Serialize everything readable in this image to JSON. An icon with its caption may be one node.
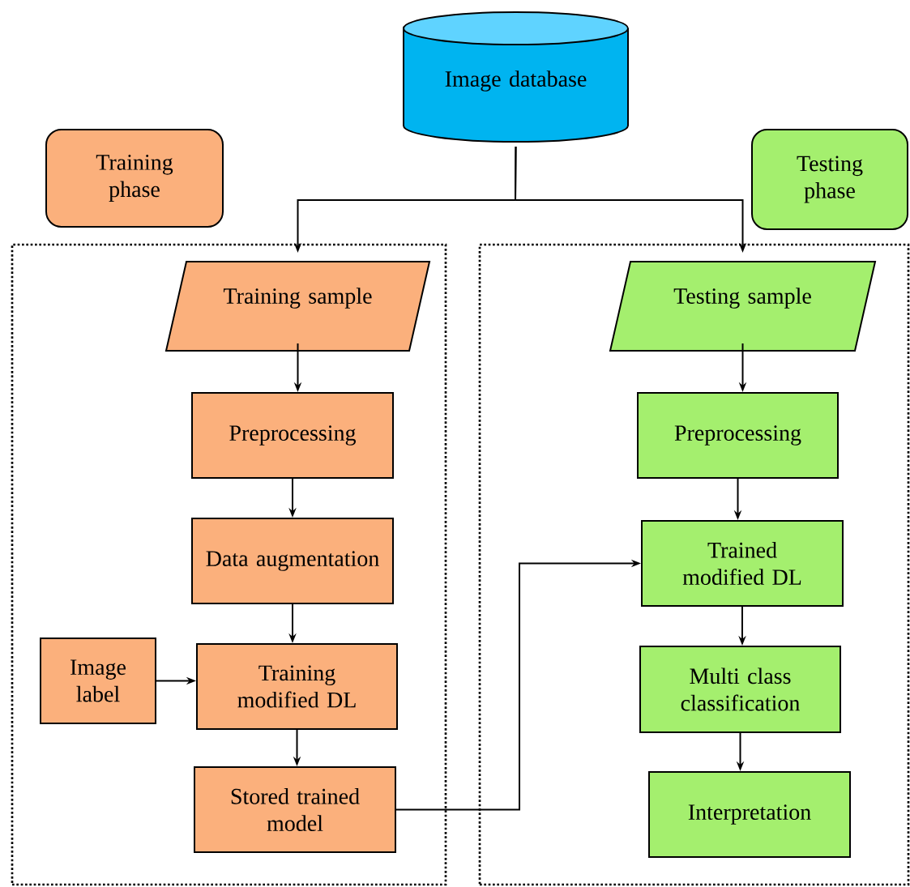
{
  "diagram": {
    "nodes": [
      {
        "text": [
          "Image database"
        ]
      },
      {
        "text": [
          "Training phase"
        ]
      },
      {
        "text": [
          "Testing phase"
        ]
      },
      {
        "text": [],
        "shape": "box"
      },
      {
        "text": [
          "Training sample"
        ],
        "in": 3
      },
      {
        "text": [
          "Preprocessing"
        ],
        "in": 3
      },
      {
        "text": [
          "Data augmentation"
        ],
        "in": 3
      },
      {
        "text": [
          "Image label"
        ],
        "in": 3
      },
      {
        "text": [
          "Training modified DL"
        ],
        "in": 3
      },
      {
        "text": [
          "Stored trained model"
        ],
        "in": 3
      },
      {
        "text": [],
        "shape": "box"
      },
      {
        "text": [
          "Testing sample"
        ],
        "in": 10
      },
      {
        "text": [
          "Preprocessing"
        ],
        "in": 10
      },
      {
        "text": [
          "Trained modified DL"
        ],
        "in": 10
      },
      {
        "text": [
          "Multi class classification"
        ],
        "in": 10
      },
      {
        "text": [
          "Interpretation"
        ],
        "in": 10
      }
    ],
    "edges": [
      {
        "from": 0,
        "to": 4,
        "arrow": "to"
      },
      {
        "from": 0,
        "to": 11,
        "arrow": "to"
      },
      {
        "from": 4,
        "to": 5,
        "arrow": "to"
      },
      {
        "from": 5,
        "to": 6,
        "arrow": "to"
      },
      {
        "from": 6,
        "to": 8,
        "arrow": "to"
      },
      {
        "from": 7,
        "to": 8,
        "arrow": "to"
      },
      {
        "from": 8,
        "to": 9,
        "arrow": "to"
      },
      {
        "from": 9,
        "to": 13,
        "arrow": "to"
      },
      {
        "from": 11,
        "to": 12,
        "arrow": "to"
      },
      {
        "from": 12,
        "to": 13,
        "arrow": "to"
      },
      {
        "from": 13,
        "to": 14,
        "arrow": "to"
      },
      {
        "from": 14,
        "to": 15,
        "arrow": "to"
      }
    ]
  }
}
